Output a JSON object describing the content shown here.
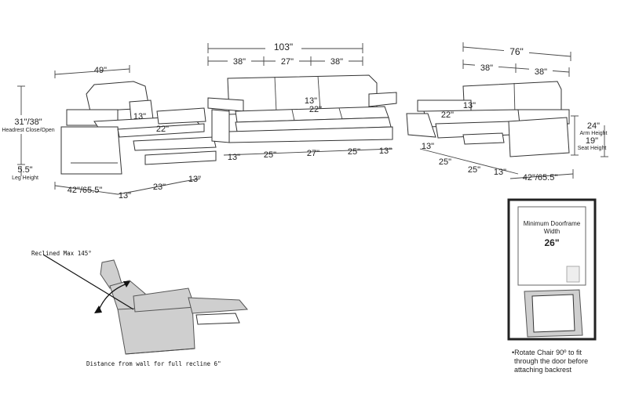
{
  "chair": {
    "width": "49\"",
    "headrest_height": "31\"/38\"",
    "headrest_label": "Headrest Close/Open",
    "back_cushion": "13\"",
    "seat_depth": "22\"",
    "leg_height": "5.5\"",
    "leg_label": "Leg Height",
    "depth": "42\"/65.5\"",
    "foot_1": "13\"",
    "foot_2": "23\"",
    "foot_3": "13\""
  },
  "sofa": {
    "total_width": "103\"",
    "seg_1": "38\"",
    "seg_2": "27\"",
    "seg_3": "38\"",
    "back_cushion": "13\"",
    "seat_depth": "22\"",
    "bottom_1": "13\"",
    "bottom_2": "25\"",
    "bottom_3": "27\"",
    "bottom_4": "25\"",
    "bottom_5": "13\""
  },
  "loveseat": {
    "total_width": "76\"",
    "seg_1": "38\"",
    "seg_2": "38\"",
    "back_cushion": "13\"",
    "seat_depth": "22\"",
    "arm_height": "24\"",
    "arm_label": "Arm Height",
    "seat_height": "19\"",
    "seat_label": "Seat Height",
    "bottom_1": "13\"",
    "bottom_2": "25\"",
    "bottom_3": "25\"",
    "bottom_4": "13\"",
    "depth": "42\"/65.5\""
  },
  "recline": {
    "label": "Reclined Max 145°",
    "distance_note": "Distance from wall for full recline 6\""
  },
  "doorframe": {
    "title_line1": "Minimum Doorframe",
    "title_line2": "Width",
    "width": "26\"",
    "note_line1": "•Rotate Chair 90º to fit",
    "note_line2": "through the door before",
    "note_line3": "attaching backrest"
  }
}
